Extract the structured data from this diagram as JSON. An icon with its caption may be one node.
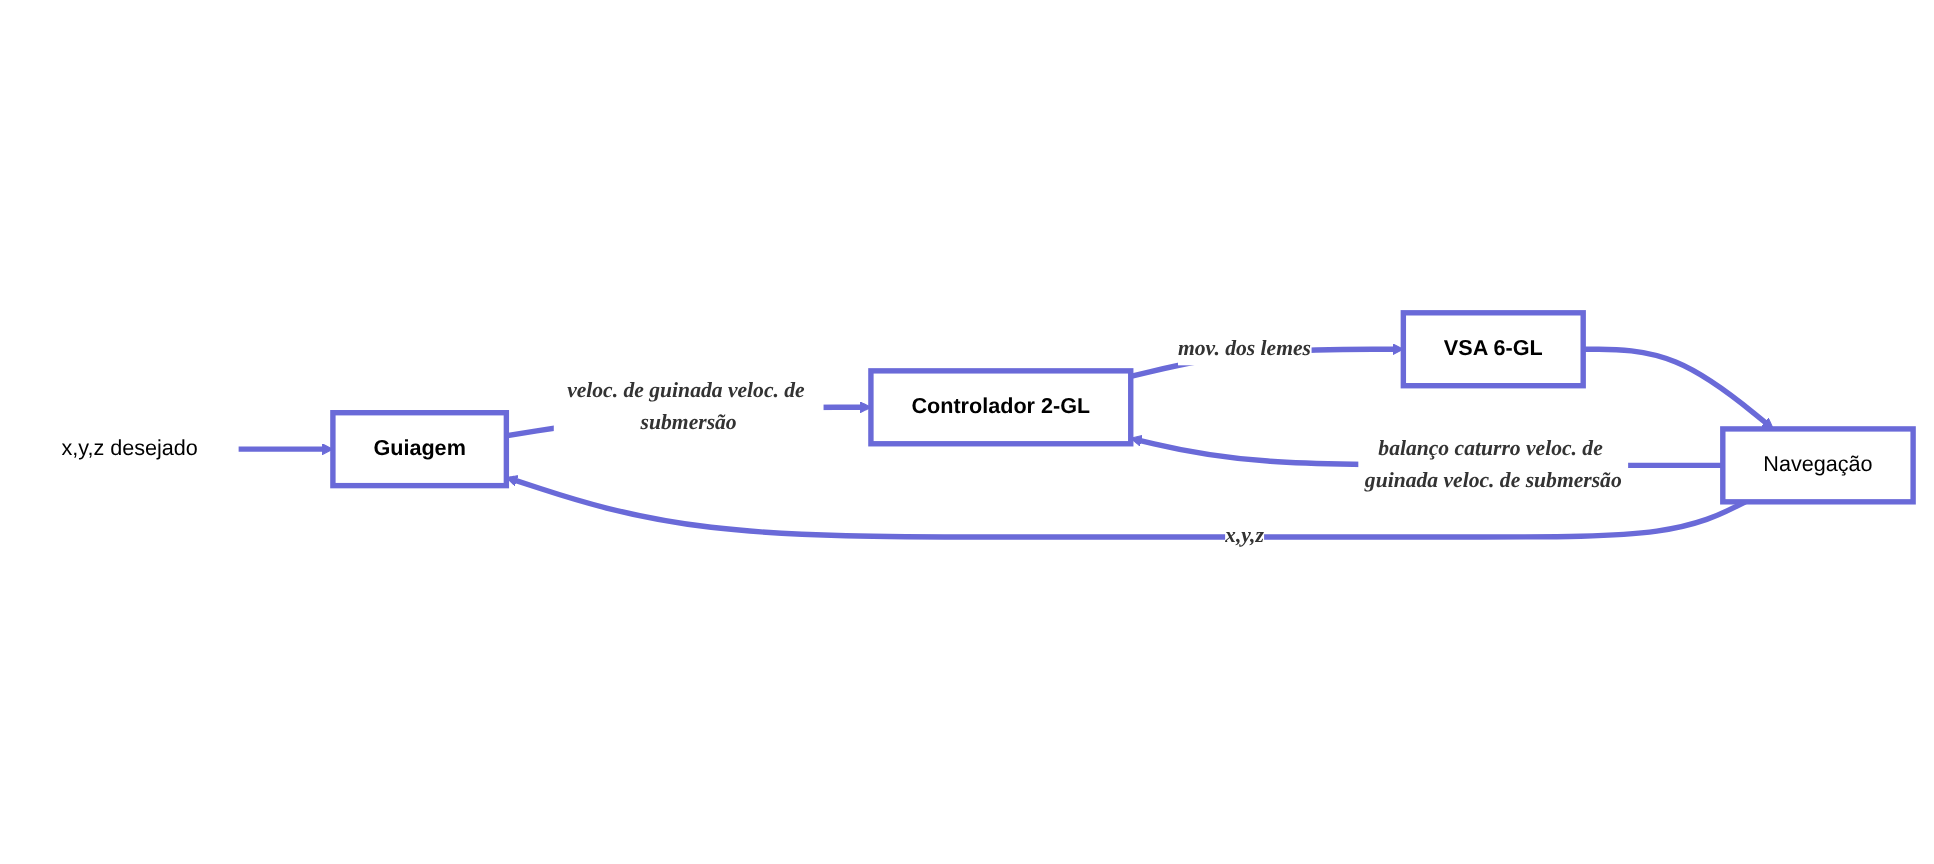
{
  "diagram": {
    "nodes": [
      {
        "text": [
          "x,y,z  desejado"
        ]
      },
      {
        "text": [
          "Guiagem"
        ]
      },
      {
        "text": [
          "Controlador 2-GL"
        ]
      },
      {
        "text": [
          "VSA 6-GL"
        ]
      },
      {
        "text": [
          "Navegação"
        ]
      }
    ],
    "edges": [
      {
        "from": 0,
        "to": 1,
        "arrow": "to"
      },
      {
        "from": 1,
        "to": 2,
        "arrow": "to",
        "label": "veloc. de guinada veloc. de submersão"
      },
      {
        "from": 2,
        "to": 3,
        "arrow": "to",
        "label": "mov. dos lemes"
      },
      {
        "from": 3,
        "to": 4,
        "arrow": "to"
      },
      {
        "from": 4,
        "to": 1,
        "arrow": "to",
        "label": "x,y,z"
      },
      {
        "from": 4,
        "to": 2,
        "arrow": "to",
        "label": "balanço caturro veloc. de guinada veloc. de submersão"
      }
    ]
  }
}
